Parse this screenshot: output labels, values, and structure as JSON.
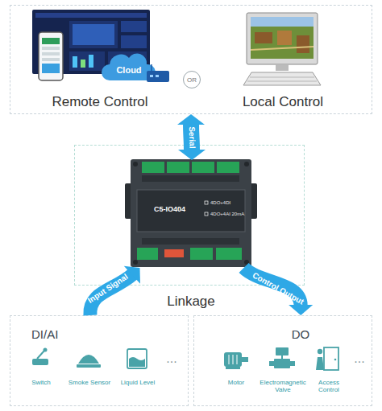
{
  "diagram": {
    "nodes": [
      {
        "text": [
          "Remote Control",
          "Local Control"
        ]
      },
      {
        "text": [
          "Cloud"
        ],
        "in": 0
      },
      {
        "text": [
          "OR"
        ],
        "in": 0
      },
      {
        "text": [
          "Linkage"
        ]
      },
      {
        "text": [
          "C5-IO404",
          "4DO+4DI",
          "4DO+4AI 20mA"
        ],
        "in": 3
      },
      {
        "text": [
          "DI/AI",
          "Switch",
          "Smoke Sensor",
          "Liquid Level",
          "..."
        ]
      },
      {
        "text": [
          "DO",
          "Motor",
          "Electromagnetic Valve",
          "Access Control",
          "..."
        ]
      }
    ],
    "edges": [
      {
        "from": 0,
        "to": 4,
        "label": "Serial",
        "arrow": "both"
      },
      {
        "from": 5,
        "to": 4,
        "label": "Input Signal",
        "arrow": "to"
      },
      {
        "from": 4,
        "to": 6,
        "label": "Control Output",
        "arrow": "to"
      }
    ]
  }
}
